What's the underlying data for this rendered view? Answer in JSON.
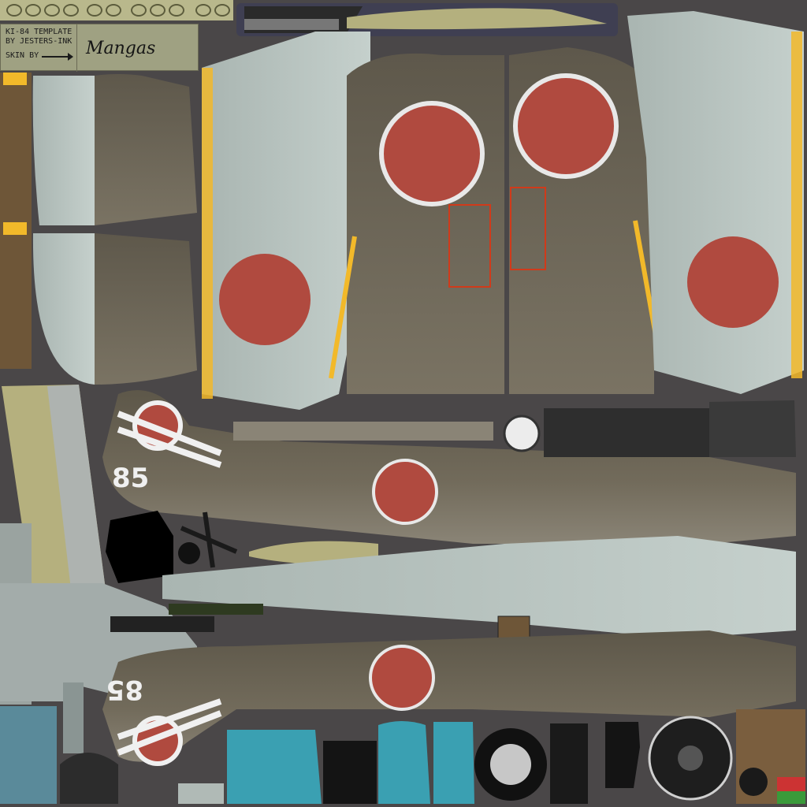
{
  "template": {
    "line1": "KI-84 TEMPLATE",
    "line2": "BY JESTERS-INK",
    "line3": "SKIN BY",
    "signature": "Mangas"
  },
  "markings": {
    "fuselage_number_left": "85",
    "fuselage_number_right": "85"
  },
  "colors": {
    "background": "#4a4748",
    "upper_camo": "#6b6456",
    "lower_grey": "#b9c5c1",
    "hinomaru": "#b04a3f",
    "hinomaru_border": "#e8e8e8",
    "yellow_id": "#f2b92a",
    "cockpit_blue": "#5aa0b0",
    "tan_structure": "#b5b07e"
  }
}
